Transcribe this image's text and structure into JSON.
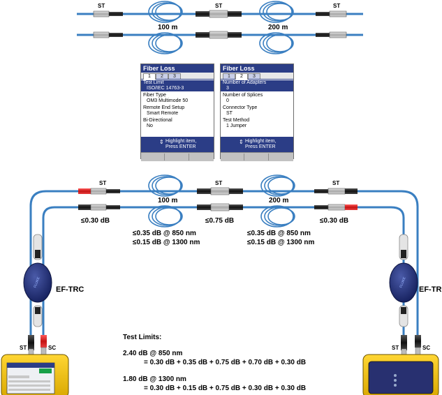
{
  "top_links": {
    "labels": {
      "st_left": "ST",
      "st_mid": "ST",
      "st_right": "ST"
    },
    "lengths": {
      "left": "100 m",
      "right": "200 m"
    }
  },
  "screens": [
    {
      "title": "Fiber Loss",
      "tabs": [
        "1",
        "2",
        "3"
      ],
      "active_tab": "1",
      "items": [
        {
          "label": "Test Limit",
          "value": "ISO/IEC 14763-3",
          "highlighted": true
        },
        {
          "label": "Fiber Type",
          "value": "OM3 Multimode 50",
          "highlighted": false
        },
        {
          "label": "Remote End Setup",
          "value": "Smart Remote",
          "highlighted": false
        },
        {
          "label": "Bi-Directional",
          "value": "No",
          "highlighted": false
        }
      ],
      "hint_line1": "Highlight item,",
      "hint_line2": "Press ENTER"
    },
    {
      "title": "Fiber Loss",
      "tabs": [
        "1",
        "2",
        "3"
      ],
      "active_tab": "2",
      "items": [
        {
          "label": "Number of Adapters",
          "value": "3",
          "highlighted": true
        },
        {
          "label": "Number of Splices",
          "value": "0",
          "highlighted": false
        },
        {
          "label": "Connector Type",
          "value": "ST",
          "highlighted": false
        },
        {
          "label": "Test Method",
          "value": "1 Jumper",
          "highlighted": false
        }
      ],
      "hint_line1": "Highlight item,",
      "hint_line2": "Press ENTER"
    }
  ],
  "bottom_setup": {
    "connector_labels": {
      "st_left": "ST",
      "st_mid": "ST",
      "st_right": "ST"
    },
    "lengths": {
      "left": "100 m",
      "right": "200 m"
    },
    "losses": {
      "left_end": "≤0.30 dB",
      "right_end": "≤0.30 dB",
      "middle": "≤0.75 dB",
      "spool_left_850": "≤0.35 dB @ 850 nm",
      "spool_left_1300": "≤0.15 dB @ 1300 nm",
      "spool_right_850": "≤0.35 dB @ 850 nm",
      "spool_right_1300": "≤0.15 dB @ 1300 nm"
    },
    "trc_left": "EF-TRC",
    "trc_right": "EF-TRC",
    "port_left": {
      "st": "ST",
      "sc": "SC"
    },
    "port_right": {
      "st": "ST",
      "sc": "SC"
    }
  },
  "test_limits": {
    "heading": "Test Limits:",
    "line_850": "2.40 dB @ 850 nm",
    "eq_850": "= 0.30 dB + 0.35 dB + 0.75 dB + 0.70 dB + 0.30 dB",
    "line_1300": "1.80 dB @ 1300 nm",
    "eq_1300": "= 0.30 dB + 0.15 dB + 0.75 dB + 0.30 dB + 0.30 dB"
  },
  "colors": {
    "cable": "#3a7fc1",
    "connector_dark": "#2a2a2a",
    "connector_light": "#bcbcbc",
    "boot_red": "#d42020",
    "screen_blue": "#2b3d86",
    "fluke_yellow": "#f3c300"
  }
}
